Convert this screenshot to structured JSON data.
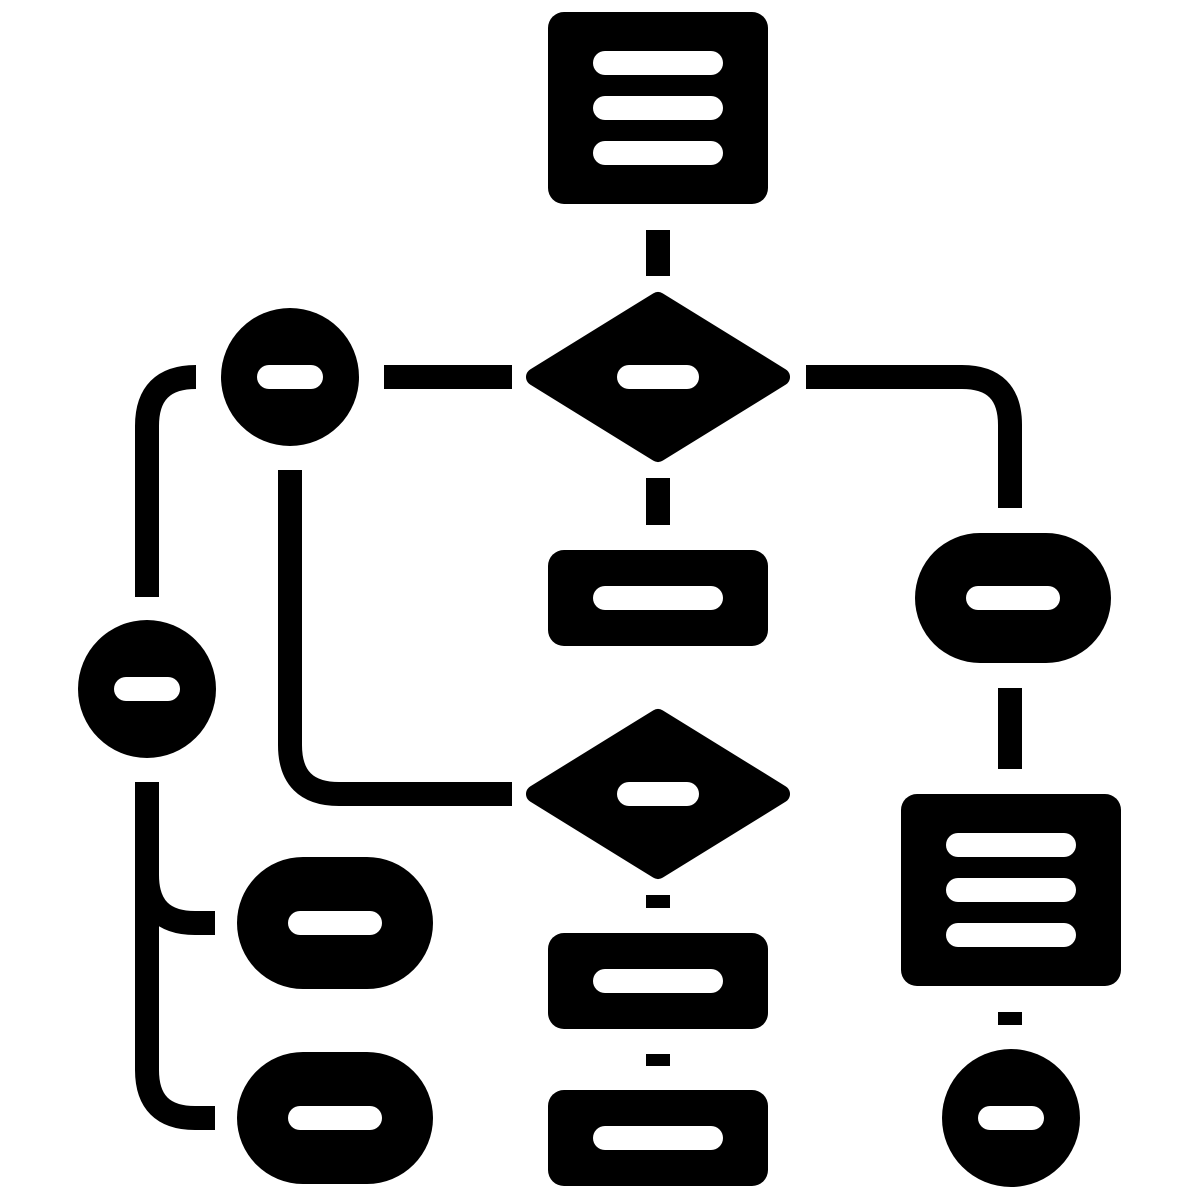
{
  "diagram": {
    "ink_color": "#000000",
    "paper_color": "#ffffff",
    "icon": "flowchart-icon",
    "nodes": [
      {
        "id": "start-document",
        "shape": "document",
        "text_lines": 3
      },
      {
        "id": "decision-top",
        "shape": "diamond",
        "text_lines": 1
      },
      {
        "id": "circle-left-top",
        "shape": "circle",
        "text_lines": 1
      },
      {
        "id": "process-middle",
        "shape": "rect",
        "text_lines": 1
      },
      {
        "id": "terminator-right",
        "shape": "pill",
        "text_lines": 1
      },
      {
        "id": "circle-left",
        "shape": "circle",
        "text_lines": 1
      },
      {
        "id": "decision-middle",
        "shape": "diamond",
        "text_lines": 1
      },
      {
        "id": "document-right",
        "shape": "document",
        "text_lines": 3
      },
      {
        "id": "terminator-left-1",
        "shape": "pill",
        "text_lines": 1
      },
      {
        "id": "process-lower-1",
        "shape": "rect",
        "text_lines": 1
      },
      {
        "id": "terminator-left-2",
        "shape": "pill",
        "text_lines": 1
      },
      {
        "id": "process-lower-2",
        "shape": "rect",
        "text_lines": 1
      },
      {
        "id": "circle-bottom-right",
        "shape": "circle",
        "text_lines": 1
      }
    ],
    "edges": [
      {
        "from": "start-document",
        "to": "decision-top"
      },
      {
        "from": "decision-top",
        "to": "circle-left-top"
      },
      {
        "from": "decision-top",
        "to": "terminator-right"
      },
      {
        "from": "decision-top",
        "to": "process-middle"
      },
      {
        "from": "circle-left-top",
        "to": "circle-left"
      },
      {
        "from": "circle-left-top",
        "to": "decision-middle"
      },
      {
        "from": "terminator-right",
        "to": "document-right"
      },
      {
        "from": "document-right",
        "to": "circle-bottom-right"
      },
      {
        "from": "decision-middle",
        "to": "process-lower-1"
      },
      {
        "from": "process-lower-1",
        "to": "process-lower-2"
      },
      {
        "from": "circle-left",
        "to": "terminator-left-1"
      },
      {
        "from": "circle-left",
        "to": "terminator-left-2"
      }
    ]
  }
}
